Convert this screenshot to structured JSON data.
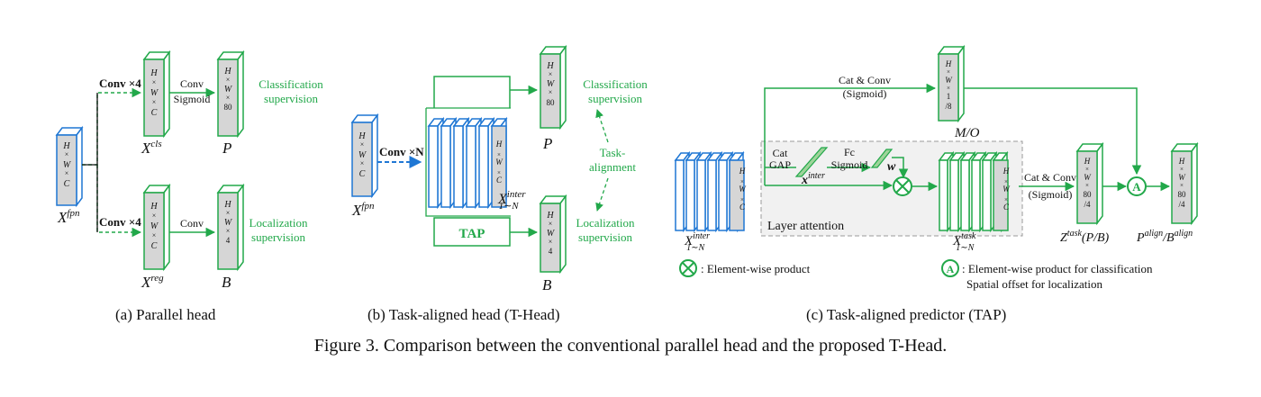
{
  "panel_a": {
    "caption": "(a)  Parallel head",
    "input_name": "X",
    "input_sup": "fpn",
    "input_dims": [
      "H",
      "×",
      "W",
      "×",
      "C"
    ],
    "op_top": "Conv ×4",
    "op_bottom": "Conv ×4",
    "cls_feat_name": "X",
    "cls_feat_sup": "cls",
    "reg_feat_name": "X",
    "reg_feat_sup": "reg",
    "cls_conv": "Conv",
    "cls_act": "Sigmoid",
    "reg_conv": "Conv",
    "out_cls_name": "P",
    "out_reg_name": "B",
    "out_cls_dims": [
      "H",
      "×",
      "W",
      "×",
      "80"
    ],
    "out_reg_dims": [
      "H",
      "×",
      "W",
      "×",
      "4"
    ],
    "cls_sup_1": "Classification",
    "cls_sup_2": "supervision",
    "loc_sup_1": "Localization",
    "loc_sup_2": "supervision"
  },
  "panel_b": {
    "caption": "(b)  Task-aligned head (T-Head)",
    "input_name": "X",
    "input_sup": "fpn",
    "op": "Conv ×N",
    "stack_name": "X",
    "stack_sup": "inter",
    "stack_sub": "1∼N",
    "tap": "TAP",
    "out_cls_name": "P",
    "out_reg_name": "B",
    "cls_sup_1": "Classification",
    "cls_sup_2": "supervision",
    "loc_sup_1": "Localization",
    "loc_sup_2": "supervision",
    "align_1": "Task-",
    "align_2": "alignment"
  },
  "panel_c": {
    "caption": "(c)  Task-aligned predictor (TAP)",
    "top_op_1": "Cat & Conv",
    "top_op_2": "(Sigmoid)",
    "m_name": "M/O",
    "m_dims": [
      "H",
      "×",
      "W",
      "×",
      "1",
      "/8"
    ],
    "cat": "Cat",
    "gap": "GAP",
    "fc": "Fc",
    "sigmoid": "Sigmoid",
    "x_name": "x",
    "x_sup": "inter",
    "w_name": "w",
    "layer_attention": "Layer attention",
    "in_name": "X",
    "in_sup": "inter",
    "in_sub": "1∼N",
    "task_name": "X",
    "task_sup": "task",
    "task_sub": "1∼N",
    "right_op_1": "Cat & Conv",
    "right_op_2": "(Sigmoid)",
    "z_label": "Z",
    "z_sup": "task",
    "z_rest": "(P/B)",
    "z_dims": [
      "H",
      "×",
      "W",
      "×",
      "80",
      "/4"
    ],
    "p_label": "P",
    "p_sup": "align",
    "p_mid": "/B",
    "p_sup2": "align",
    "p_dims": [
      "H",
      "×",
      "W",
      "×",
      "80",
      "/4"
    ],
    "legend_x": ": Element-wise product",
    "legend_a_1": ": Element-wise product for classification",
    "legend_a_2": "Spatial offset for localization",
    "a_symbol": "A"
  },
  "figure_caption": "Figure 3. Comparison between the conventional parallel head and the proposed T-Head.",
  "colors": {
    "green": "#22a84a",
    "blue": "#1f77d4",
    "gray_fill": "#d6d6d6",
    "attention_bg": "#f1f1f1"
  }
}
